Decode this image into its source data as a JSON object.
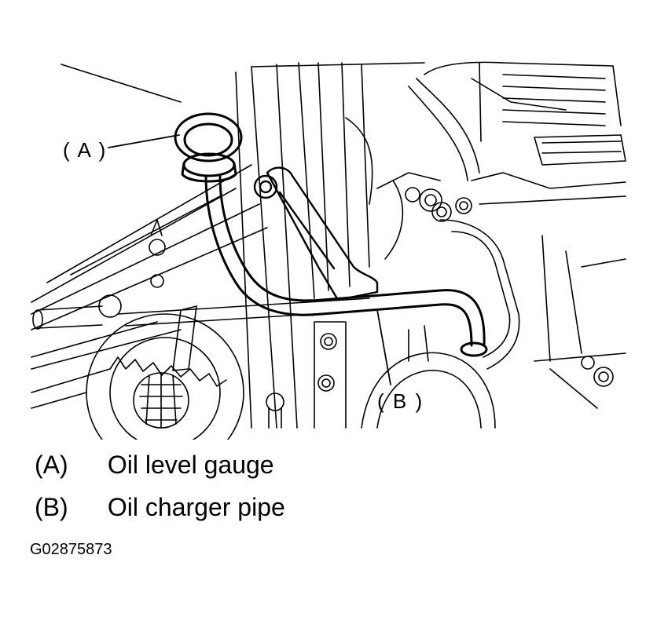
{
  "diagram": {
    "callouts": [
      {
        "id": "A",
        "label": "( A )"
      },
      {
        "id": "B",
        "label": "( B )"
      }
    ],
    "legend": [
      {
        "key": "(A)",
        "text": "Oil level gauge"
      },
      {
        "key": "(B)",
        "text": "Oil charger pipe"
      }
    ],
    "figure_id": "G02875873",
    "colors": {
      "ink": "#000000",
      "paper": "#ffffff"
    }
  }
}
